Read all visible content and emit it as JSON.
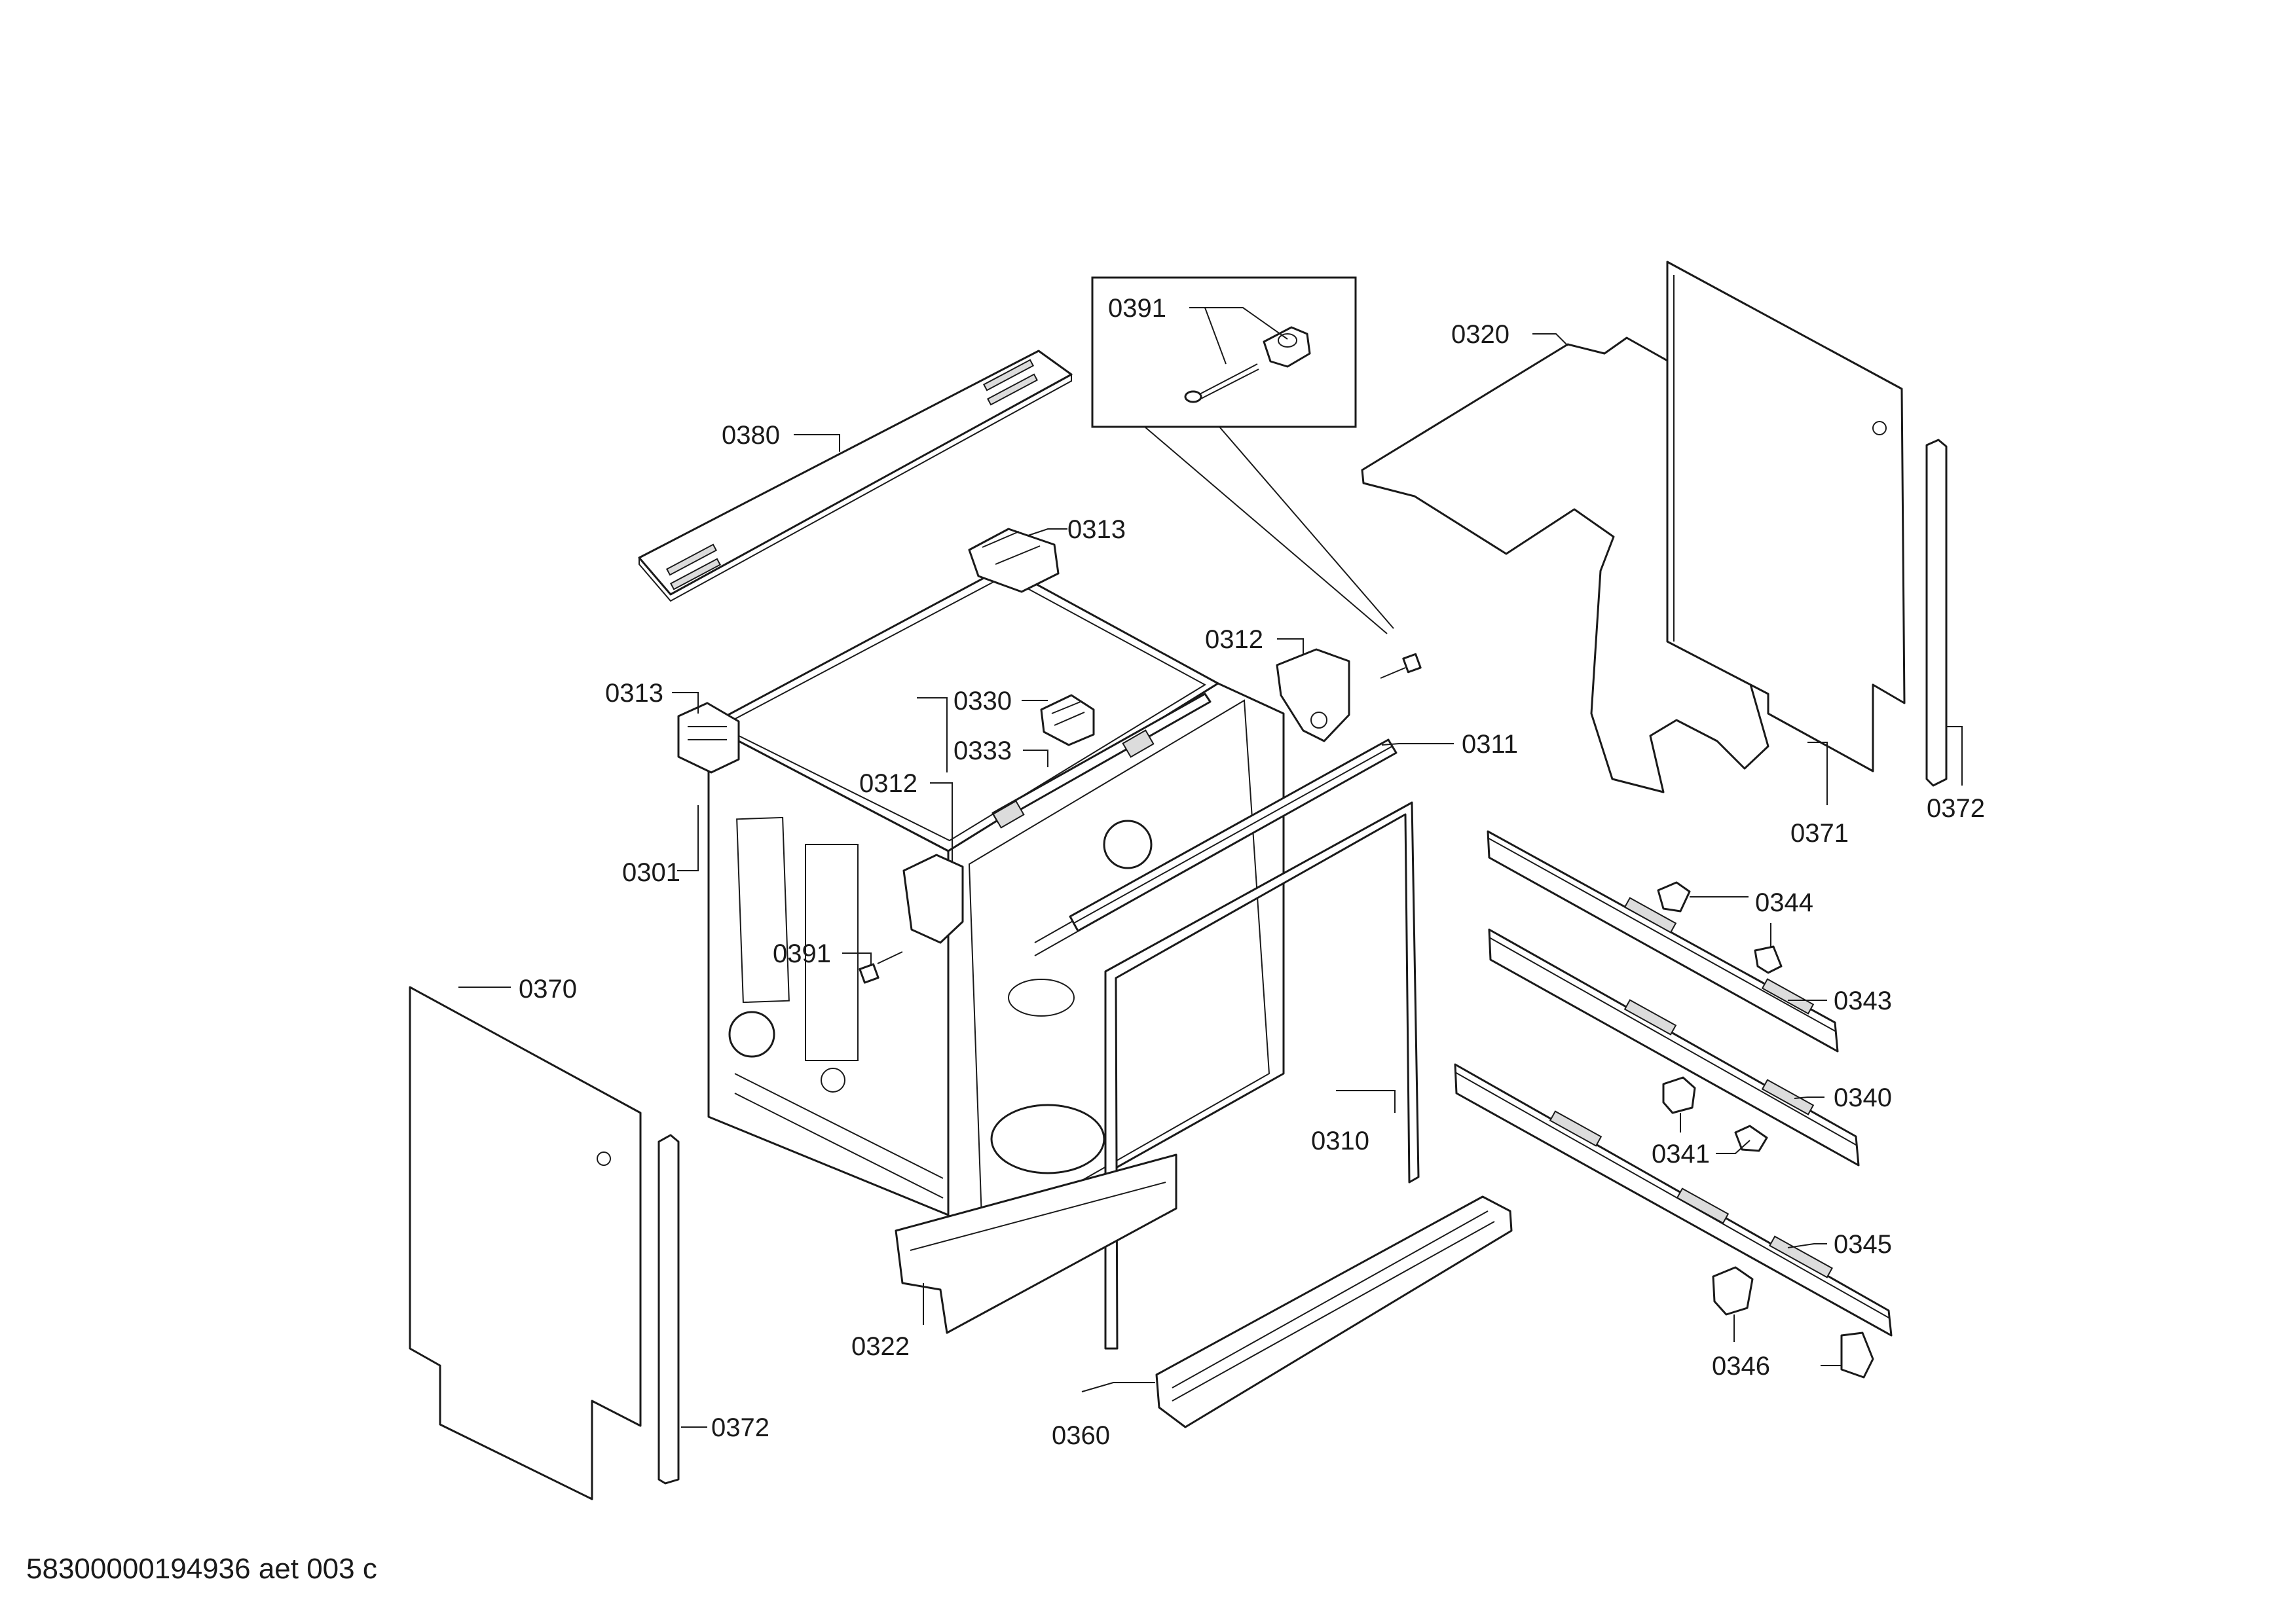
{
  "document_id": "58300000194936 aet 003 c",
  "labels": {
    "l0391_top": "0391",
    "l0391_mid": "0391",
    "l0380": "0380",
    "l0313_top": "0313",
    "l0313_left": "0313",
    "l0312_right": "0312",
    "l0312_left": "0312",
    "l0330": "0330",
    "l0333": "0333",
    "l0301": "0301",
    "l0320": "0320",
    "l0311": "0311",
    "l0371": "0371",
    "l0372_right": "0372",
    "l0372_bottom": "0372",
    "l0344": "0344",
    "l0343": "0343",
    "l0340": "0340",
    "l0341": "0341",
    "l0345": "0345",
    "l0346": "0346",
    "l0370": "0370",
    "l0310": "0310",
    "l0322": "0322",
    "l0360": "0360"
  }
}
